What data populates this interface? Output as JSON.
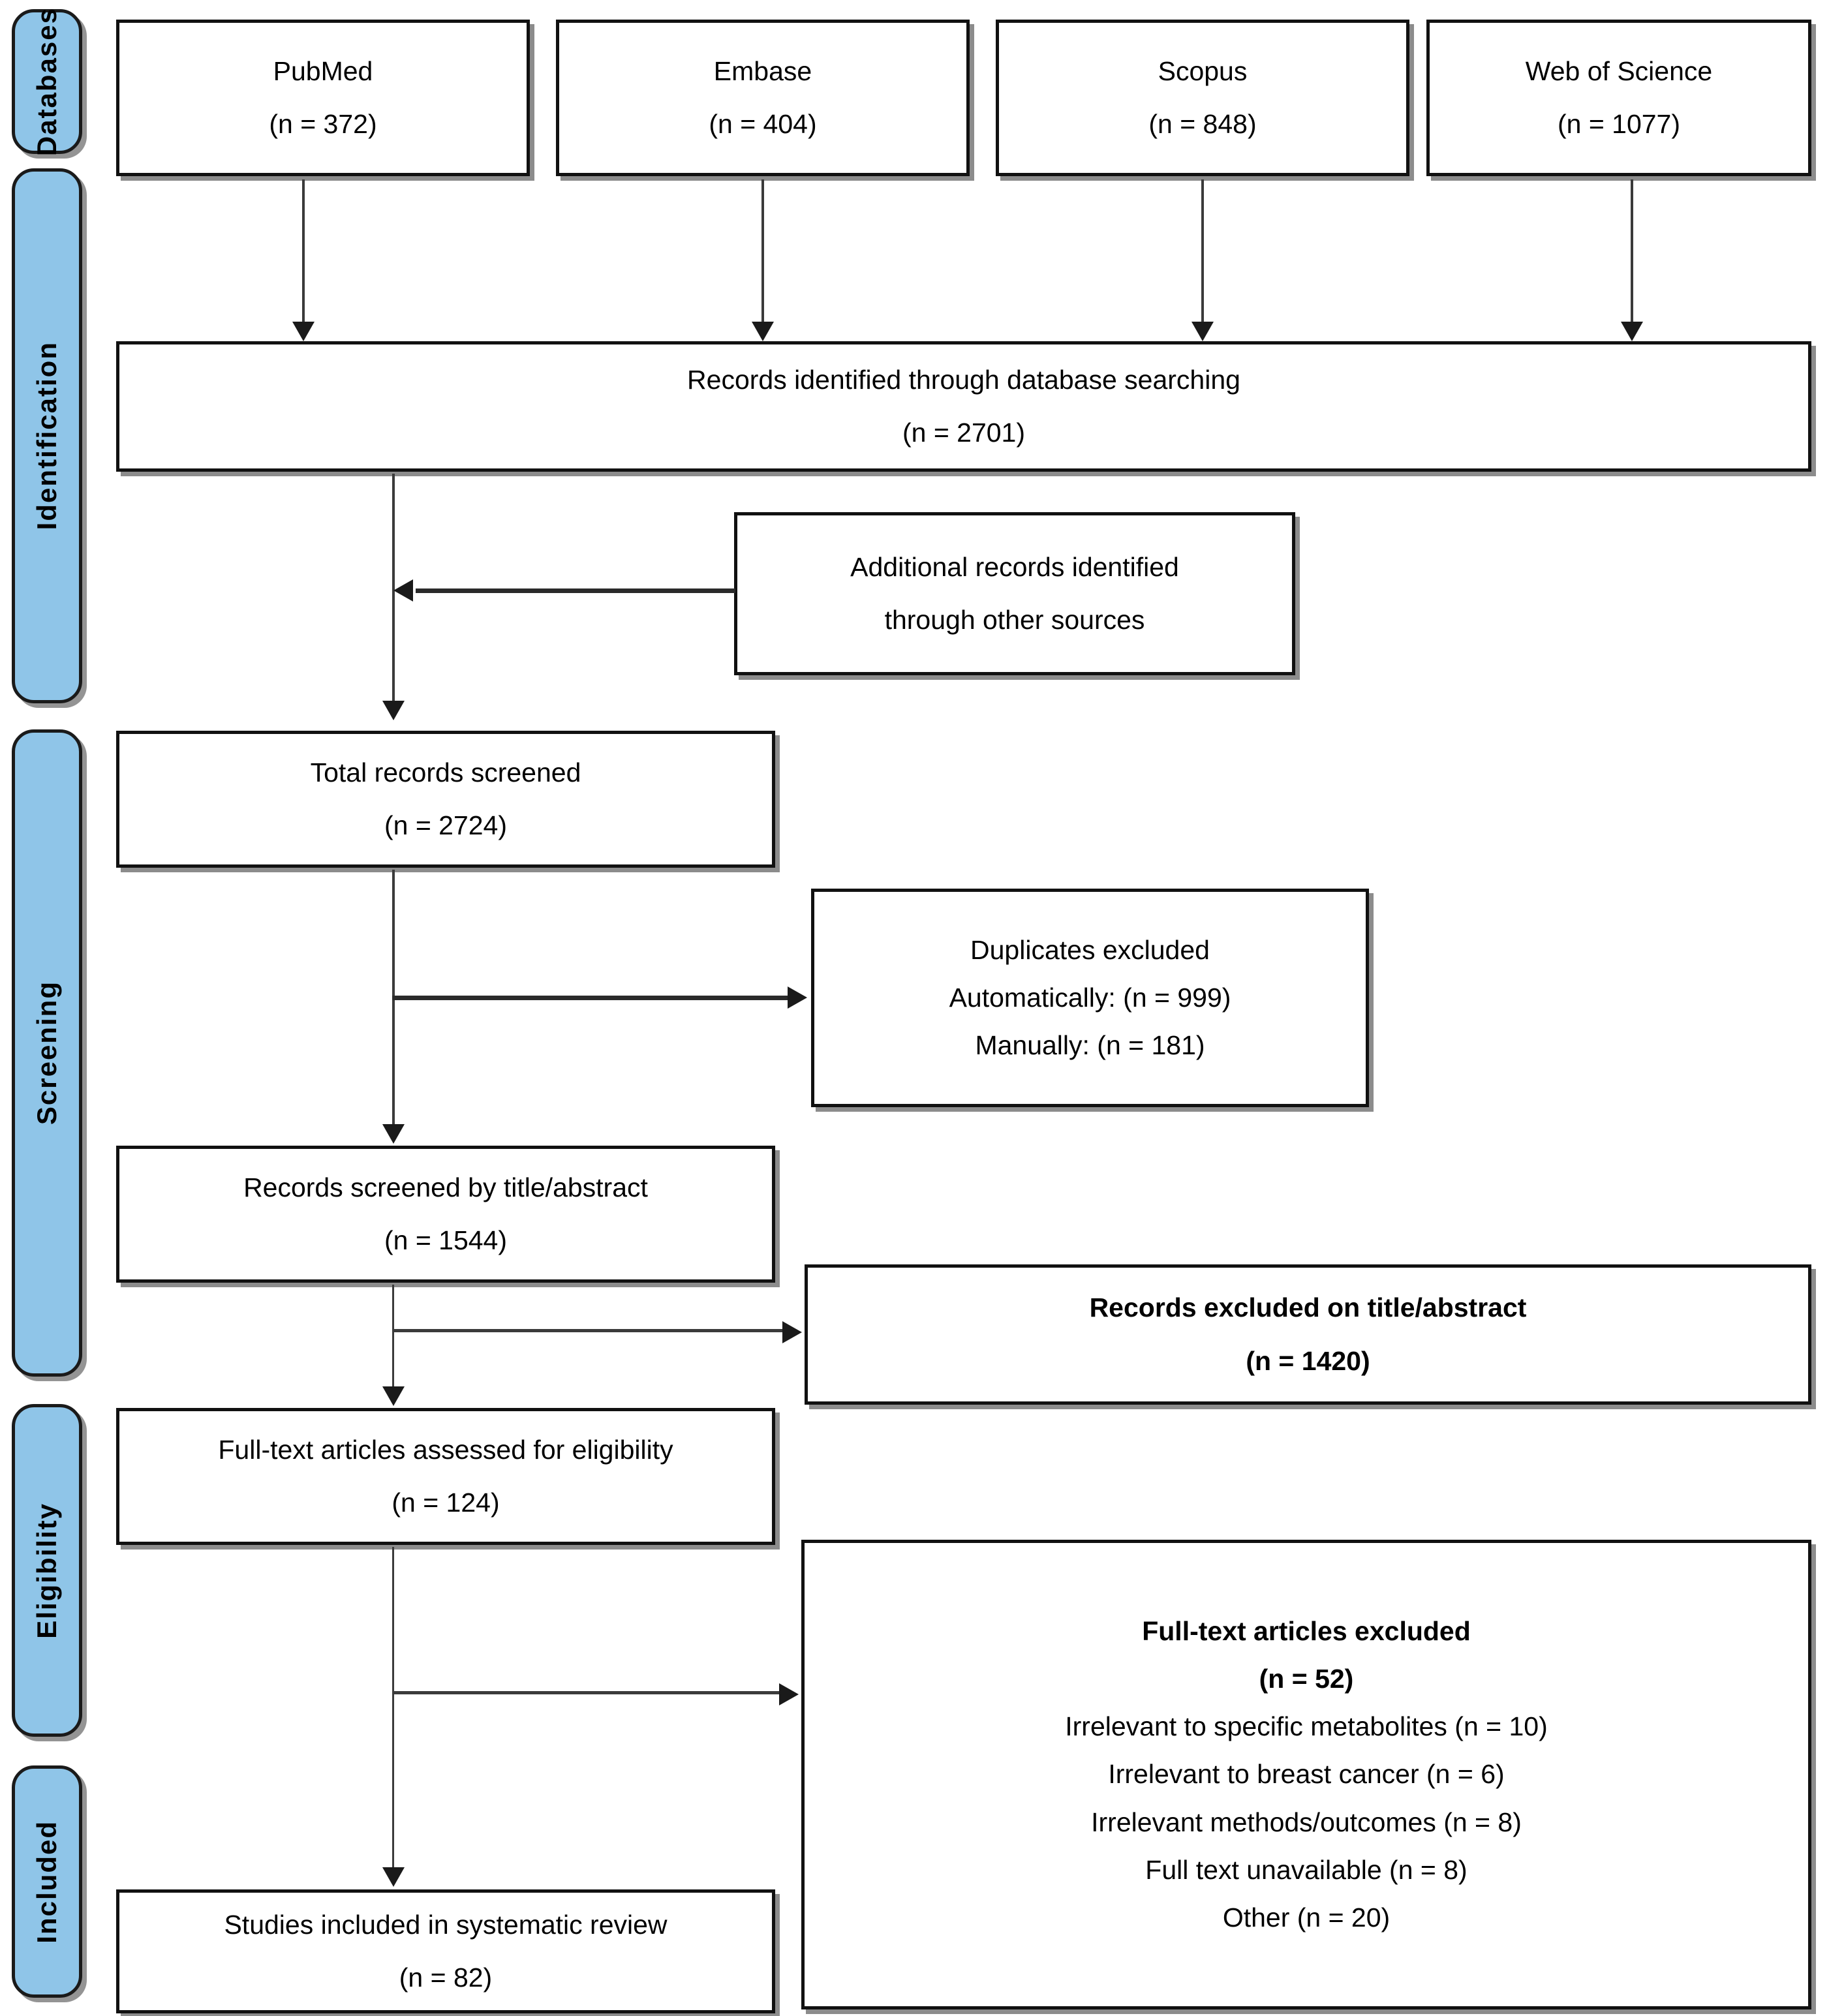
{
  "diagram": {
    "type": "prisma-flow-diagram",
    "accent_color": "#8FC5E8",
    "line_color": "#3b3b3b",
    "box_border_color": "#111111"
  },
  "stages": [
    {
      "label": "Databases"
    },
    {
      "label": "Identification"
    },
    {
      "label": "Screening"
    },
    {
      "label": "Eligibility"
    },
    {
      "label": "Included"
    }
  ],
  "sources": [
    {
      "name": "PubMed",
      "count": "(n = 372)"
    },
    {
      "name": "Embase",
      "count": "(n = 404)"
    },
    {
      "name": "Scopus",
      "count": "(n = 848)"
    },
    {
      "name": "Web of Science",
      "count": "(n = 1077)"
    }
  ],
  "boxes": {
    "identified": {
      "title": "Records identified through database searching",
      "count": "(n = 2701)"
    },
    "additional": {
      "line1": "Additional records identified",
      "line2": "through other sources"
    },
    "total_screened": {
      "title": "Total records screened",
      "count": "(n = 2724)"
    },
    "duplicates": {
      "title": "Duplicates excluded",
      "automatic": "Automatically: (n = 999)",
      "manual": "Manually: (n = 181)"
    },
    "title_abstract": {
      "title": "Records screened by title/abstract",
      "count": "(n = 1544)"
    },
    "excluded_title_abstract": {
      "title": "Records excluded on title/abstract",
      "count": "(n = 1420)"
    },
    "fulltext_assessed": {
      "title": "Full-text articles assessed for eligibility",
      "count": "(n = 124)"
    },
    "fulltext_excluded": {
      "title": "Full-text articles excluded",
      "count": "(n = 52)",
      "reasons": [
        "Irrelevant to specific metabolites (n = 10)",
        "Irrelevant to breast cancer (n = 6)",
        "Irrelevant methods/outcomes (n = 8)",
        "Full text unavailable (n = 8)",
        "Other (n = 20)"
      ]
    },
    "included": {
      "title": "Studies included in systematic review",
      "count": "(n = 82)"
    }
  },
  "chart_data": {
    "type": "table",
    "title": "PRISMA study selection flow",
    "categories": [
      "PubMed",
      "Embase",
      "Scopus",
      "Web of Science",
      "Records identified through database searching",
      "Total records screened",
      "Duplicates excluded automatically",
      "Duplicates excluded manually",
      "Records screened by title/abstract",
      "Records excluded on title/abstract",
      "Full-text articles assessed for eligibility",
      "Full-text articles excluded",
      "Irrelevant to specific metabolites",
      "Irrelevant to breast cancer",
      "Irrelevant methods/outcomes",
      "Full text unavailable",
      "Other",
      "Studies included in systematic review"
    ],
    "values": [
      372,
      404,
      848,
      1077,
      2701,
      2724,
      999,
      181,
      1544,
      1420,
      124,
      52,
      10,
      6,
      8,
      8,
      20,
      82
    ]
  }
}
